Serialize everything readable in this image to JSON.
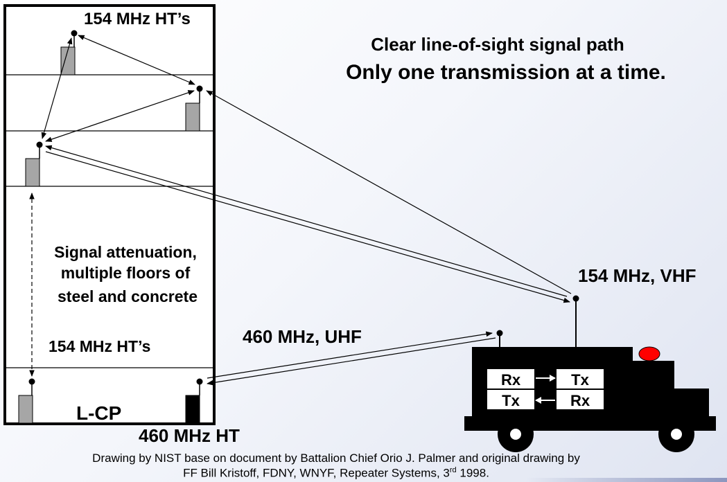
{
  "labels": {
    "top_hts": "154 MHz HT’s",
    "lower_hts": "154 MHz HT’s",
    "headline_1": "Clear line-of-sight signal path",
    "headline_2": "Only one transmission at a time.",
    "attenuation_1": "Signal attenuation,",
    "attenuation_2": "multiple floors of",
    "attenuation_3": "steel and concrete",
    "vhf": "154 MHz, VHF",
    "uhf": "460 MHz, UHF",
    "lcp": "L-CP",
    "uhf_ht": "460 MHz HT"
  },
  "repeater": {
    "rx_top": "Rx",
    "tx_top": "Tx",
    "tx_bottom": "Tx",
    "rx_bottom": "Rx"
  },
  "credit": {
    "line1": "Drawing by NIST base on document by Battalion Chief Orio J. Palmer and original drawing by",
    "line2_main": "FF Bill Kristoff, FDNY, WNYF, Repeater Systems, 3",
    "line2_sup": "rd",
    "line2_end": " 1998."
  },
  "colors": {
    "radio_gray": "#a6a6a6",
    "radio_black": "#000000",
    "beacon": "#ff0000",
    "truck": "#000000"
  }
}
